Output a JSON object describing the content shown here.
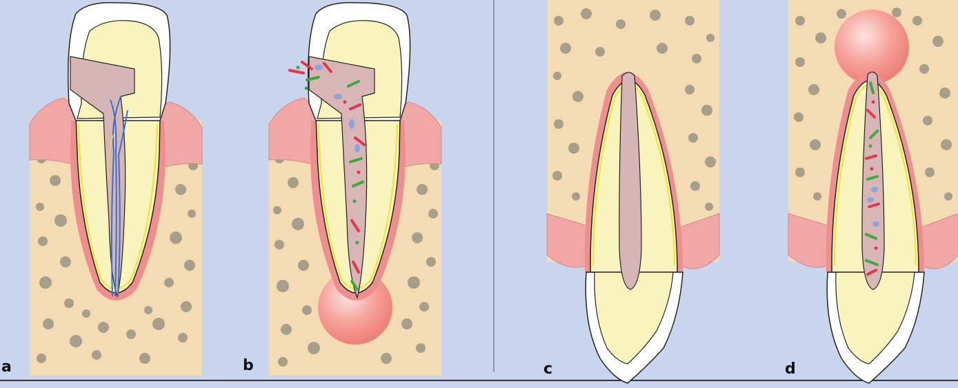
{
  "figure": {
    "background": "#c9d5ec",
    "colors": {
      "bone": "#f3dcb4",
      "marrow_spaces": "#a79f8a",
      "gingiva": "#f1a7a5",
      "ligament": "#ee8f8e",
      "dentin": "#f9f3bd",
      "enamel": "#ffffff",
      "pulp_healthy": "#d6b5b6",
      "pulp_infected": "#d8b6b6",
      "cementum_line": "#f0e44a",
      "nerve": "#3b6fc8",
      "bacteria_red": "#e3364c",
      "bacteria_green": "#3fa83f",
      "bacteria_blue": "#8da3dc",
      "lesion": "#f48a84"
    },
    "panels": [
      {
        "label": "a",
        "arch": "lower",
        "pulp": "vital",
        "lesion": false
      },
      {
        "label": "b",
        "arch": "lower",
        "pulp": "infected",
        "lesion": true
      },
      {
        "label": "c",
        "arch": "upper",
        "pulp": "vital",
        "lesion": false
      },
      {
        "label": "d",
        "arch": "upper",
        "pulp": "infected",
        "lesion": true
      }
    ]
  }
}
